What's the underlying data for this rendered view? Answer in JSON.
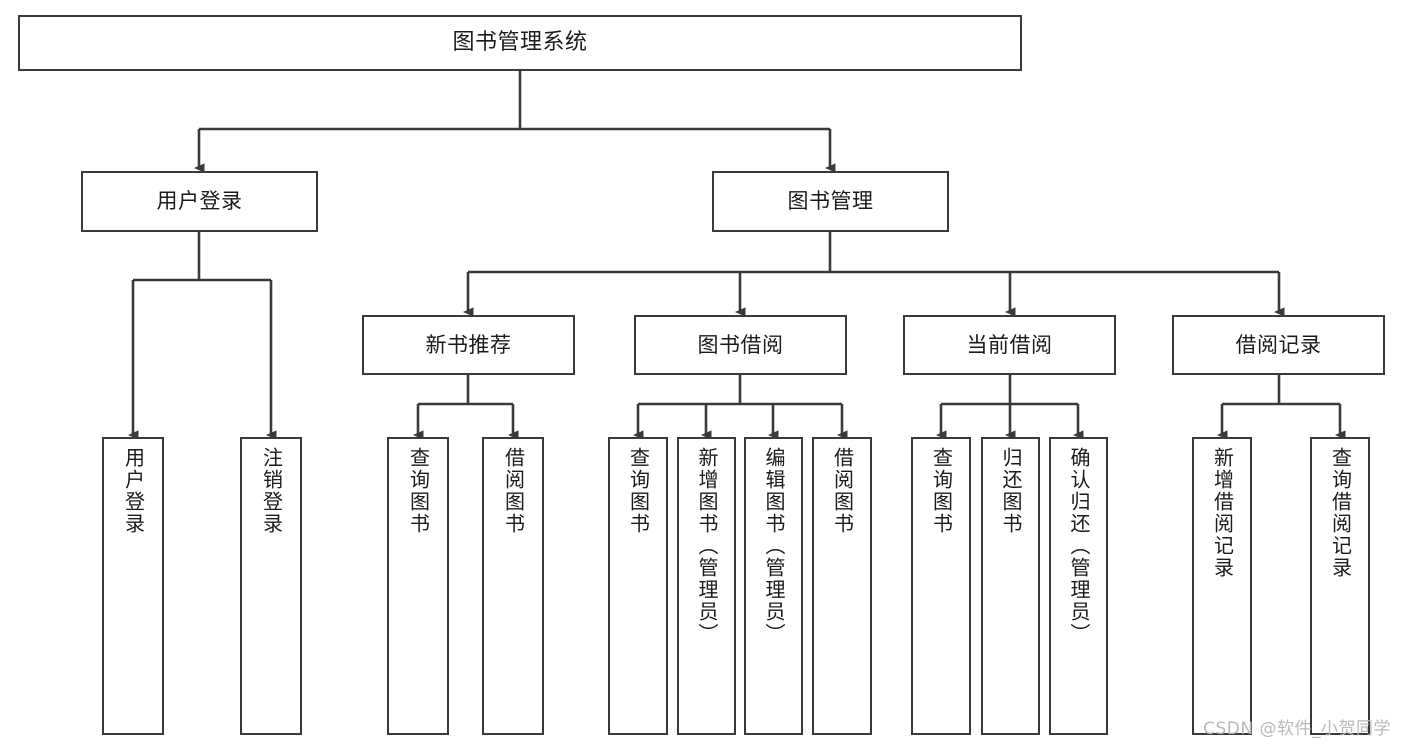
{
  "diagram": {
    "title": "图书管理系统",
    "type": "tree",
    "orientation": "top-down",
    "line_color": "#3a3a3a",
    "box_fill": "#ffffff",
    "text_color": "#1b1b1b"
  },
  "watermark": "CSDN @软件_小贺同学",
  "nodes": {
    "root": {
      "label": "图书管理系统"
    },
    "level2": [
      {
        "label": "用户登录"
      },
      {
        "label": "图书管理"
      }
    ],
    "level3": [
      {
        "label": "新书推荐"
      },
      {
        "label": "图书借阅"
      },
      {
        "label": "当前借阅"
      },
      {
        "label": "借阅记录"
      }
    ],
    "leaves": {
      "user_login": [
        {
          "label": "用户登录"
        },
        {
          "label": "注销登录"
        }
      ],
      "new_book_recommend": [
        {
          "label": "查询图书"
        },
        {
          "label": "借阅图书"
        }
      ],
      "book_borrow": [
        {
          "label": "查询图书"
        },
        {
          "label": "新增图书（管理员）"
        },
        {
          "label": "编辑图书（管理员）"
        },
        {
          "label": "借阅图书"
        }
      ],
      "current_borrow": [
        {
          "label": "查询图书"
        },
        {
          "label": "归还图书"
        },
        {
          "label": "确认归还（管理员）"
        }
      ],
      "borrow_record": [
        {
          "label": "新增借阅记录"
        },
        {
          "label": "查询借阅记录"
        }
      ]
    }
  }
}
